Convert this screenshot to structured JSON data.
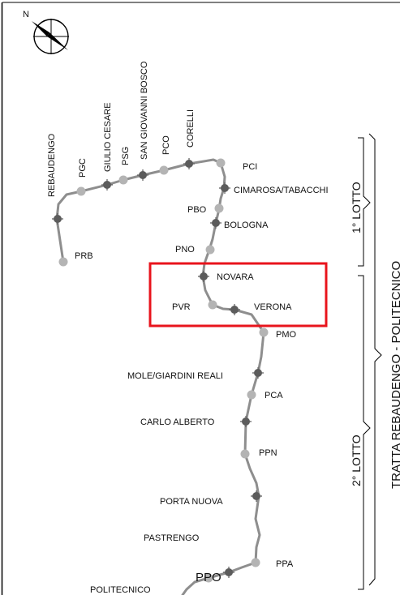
{
  "compass": {
    "label": "N",
    "icon": "north-arrow-icon"
  },
  "line_name": "TRATTA REBAUDENGO - POLITECNICO",
  "lots": [
    {
      "label": "1° LOTTO"
    },
    {
      "label": "2° LOTTO"
    }
  ],
  "stations": {
    "rebaudengo": "REBAUDENGO",
    "prb": "PRB",
    "pgc": "PGC",
    "giulio_cesare": "GIULIO CESARE",
    "psg": "PSG",
    "san_giovanni_bosco": "SAN GIOVANNI BOSCO",
    "pco": "PCO",
    "corelli": "CORELLI",
    "pci": "PCI",
    "cimarosa_tabacchi": "CIMAROSA/TABACCHI",
    "pbo": "PBO",
    "bologna": "BOLOGNA",
    "pno": "PNO",
    "novara": "NOVARA",
    "pvr": "PVR",
    "verona": "VERONA",
    "pmo": "PMO",
    "mole_giardini_reali": "MOLE/GIARDINI REALI",
    "pca": "PCA",
    "carlo_alberto": "CARLO ALBERTO",
    "ppn": "PPN",
    "porta_nuova": "PORTA NUOVA",
    "pastrengo": "PASTRENGO",
    "ppa": "PPA",
    "ppo": "PPO",
    "politecnico": "POLITECNICO"
  },
  "colors": {
    "line": "#8e8e8e",
    "station_dark": "#5c5c5c",
    "station_light": "#b4b4b4",
    "highlight_box": "#e8141c",
    "frame": "#000000"
  }
}
